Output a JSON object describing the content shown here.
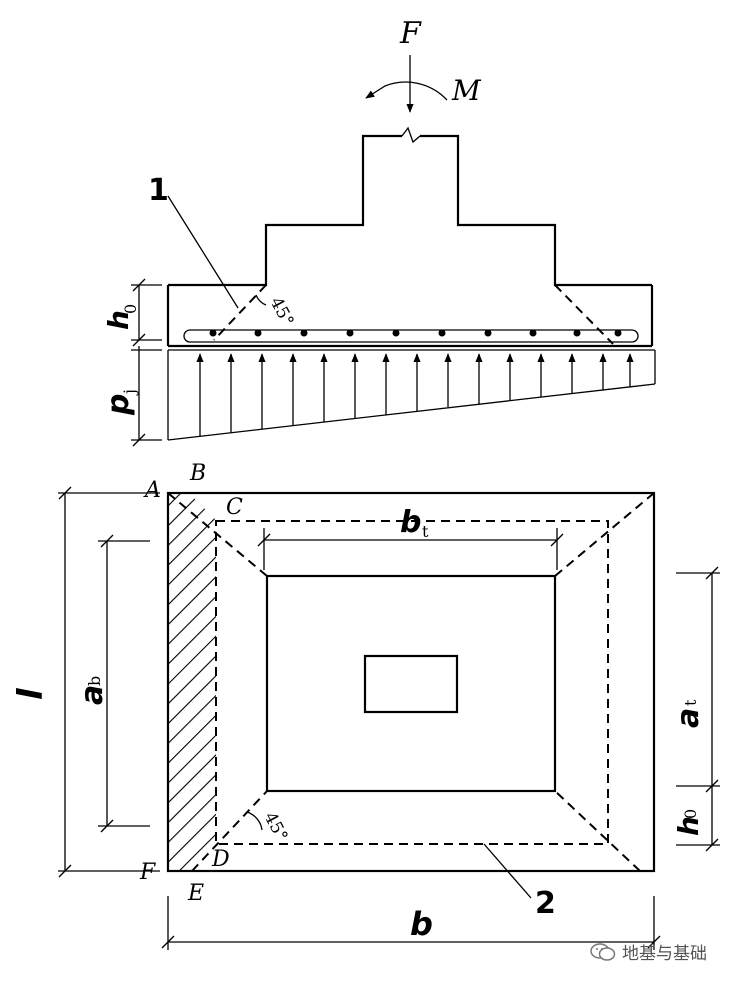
{
  "labels": {
    "force": "F",
    "moment": "M",
    "callout_1": "1",
    "callout_2": "2",
    "angle_top": "45°",
    "angle_bottom": "45°",
    "h0_top": "h",
    "h0_top_sub": "0",
    "pj": "p",
    "pj_sub": "j",
    "A": "A",
    "B": "B",
    "C": "C",
    "D": "D",
    "E": "E",
    "F_point": "F",
    "l": "l",
    "ab": "a",
    "ab_sub": "b",
    "bt": "b",
    "bt_sub": "t",
    "at": "a",
    "at_sub": "t",
    "h0_plan": "h",
    "h0_plan_sub": "0",
    "b": "b"
  },
  "watermark": {
    "icon": "wechat-icon",
    "text": "地基与基础"
  }
}
